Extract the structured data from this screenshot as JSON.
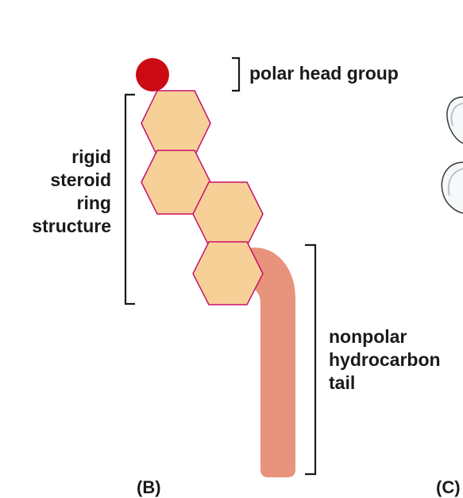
{
  "labels": {
    "head": "polar head group",
    "rings": [
      "rigid",
      "steroid",
      "ring",
      "structure"
    ],
    "tail": [
      "nonpolar",
      "hydrocarbon",
      "tail"
    ]
  },
  "panels": {
    "current": "(B)",
    "next": "(C)"
  },
  "colors": {
    "head": "#cc0a14",
    "ring_fill": "#f7d097",
    "ring_stroke": "#c8106e",
    "tail": "#e8937b",
    "bracket": "#1a1a1a",
    "text": "#1a1a1a"
  }
}
